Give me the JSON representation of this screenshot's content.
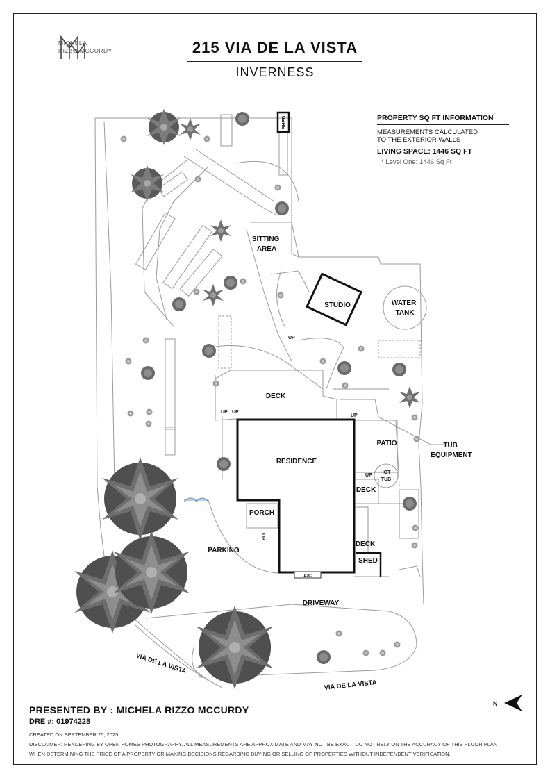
{
  "header": {
    "logo_line1": "MICHELA",
    "logo_line2": "RIZZO MCCURDY",
    "title": "215 VIA DE LA VISTA",
    "subtitle": "INVERNESS"
  },
  "info": {
    "heading": "PROPERTY SQ FT INFORMATION",
    "measure_line1": "MEASUREMENTS CALCULATED",
    "measure_line2": "TO THE EXTERIOR WALLS",
    "living": "LIVING SPACE: 1446 SQ FT",
    "level_item": "*   Level One:   1446 Sq Ft"
  },
  "labels": {
    "shed_top": "SHED",
    "sitting_1": "SITTING",
    "sitting_2": "AREA",
    "studio": "STUDIO",
    "water_1": "WATER",
    "water_2": "TANK",
    "deck_main": "DECK",
    "residence": "RESIDENCE",
    "patio": "PATIO",
    "tub_1": "TUB",
    "tub_2": "EQUIPMENT",
    "hot_1": "HOT",
    "hot_2": "TUB",
    "deck_right": "DECK",
    "porch": "PORCH",
    "deck_lower": "DECK",
    "shed_bottom": "SHED",
    "parking": "PARKING",
    "ac": "A/C",
    "driveway": "DRIVEWAY",
    "up1": "UP",
    "up2": "UP",
    "up3": "UP",
    "up4": "UP",
    "up5": "UP",
    "up6": "UP"
  },
  "streets": {
    "left": "VIA DE LA VISTA",
    "bottom": "VIA DE LA VISTA"
  },
  "compass": {
    "letter": "N"
  },
  "footer": {
    "presented": "PRESENTED BY : MICHELA RIZZO MCCURDY",
    "dre": "DRE #: 01974228",
    "created": "CREATED ON SEPTEMBER 25, 2025",
    "disclaimer_1": "DISCLAIMER: RENDERING BY OPEN HOMES PHOTOGRAPHY. ALL MEASUREMENTS ARE APPROXIMATE AND MAY NOT BE EXACT. DO NOT RELY ON THE ACCURACY OF THIS FLOOR PLAN",
    "disclaimer_2": "WHEN DETERMINING THE PRICE OF A PROPERTY OR MAKING DECISIONS REGARDING BUYING OR SELLING OF PROPERTIES WITHOUT INDEPENDENT VERIFICATION."
  },
  "colors": {
    "wall": "#111111",
    "line": "#9a9a9a",
    "tree_dark": "#5e5e5e",
    "tree_light": "#8a8a8a"
  }
}
